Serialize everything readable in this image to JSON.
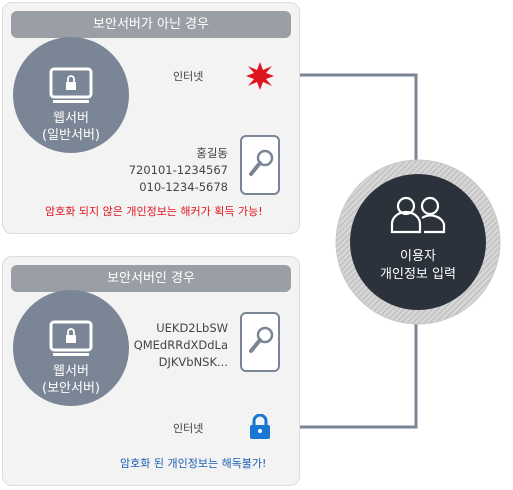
{
  "panel_insecure": {
    "title": "보안서버가 아닌 경우",
    "server_label": [
      "웹서버",
      "(일반서버)"
    ],
    "internet_label": "인터넷",
    "personal_info": [
      "홍길동",
      "720101-1234567",
      "010-1234-5678"
    ],
    "warning": "암호화 되지 않은 개인정보는 해커가 획득 가능!",
    "warning_color": "#e0161e"
  },
  "panel_secure": {
    "title": "보안서버인 경우",
    "server_label": [
      "웹서버",
      "(보안서버)"
    ],
    "internet_label": "인터넷",
    "encrypted_info": [
      "UEKD2LbSW",
      "QMEdRRdXDdLa",
      "DJKVbNSK..."
    ],
    "note": "암호화 된 개인정보는 해독불가!",
    "note_color": "#1a5fb4"
  },
  "user": {
    "label": [
      "이용자",
      "개인정보 입력"
    ]
  },
  "colors": {
    "server": "#7a8595",
    "user_circle": "#2b323c",
    "line": "#7a8595",
    "burst": "#e0161e",
    "lock": "#1976d2"
  }
}
